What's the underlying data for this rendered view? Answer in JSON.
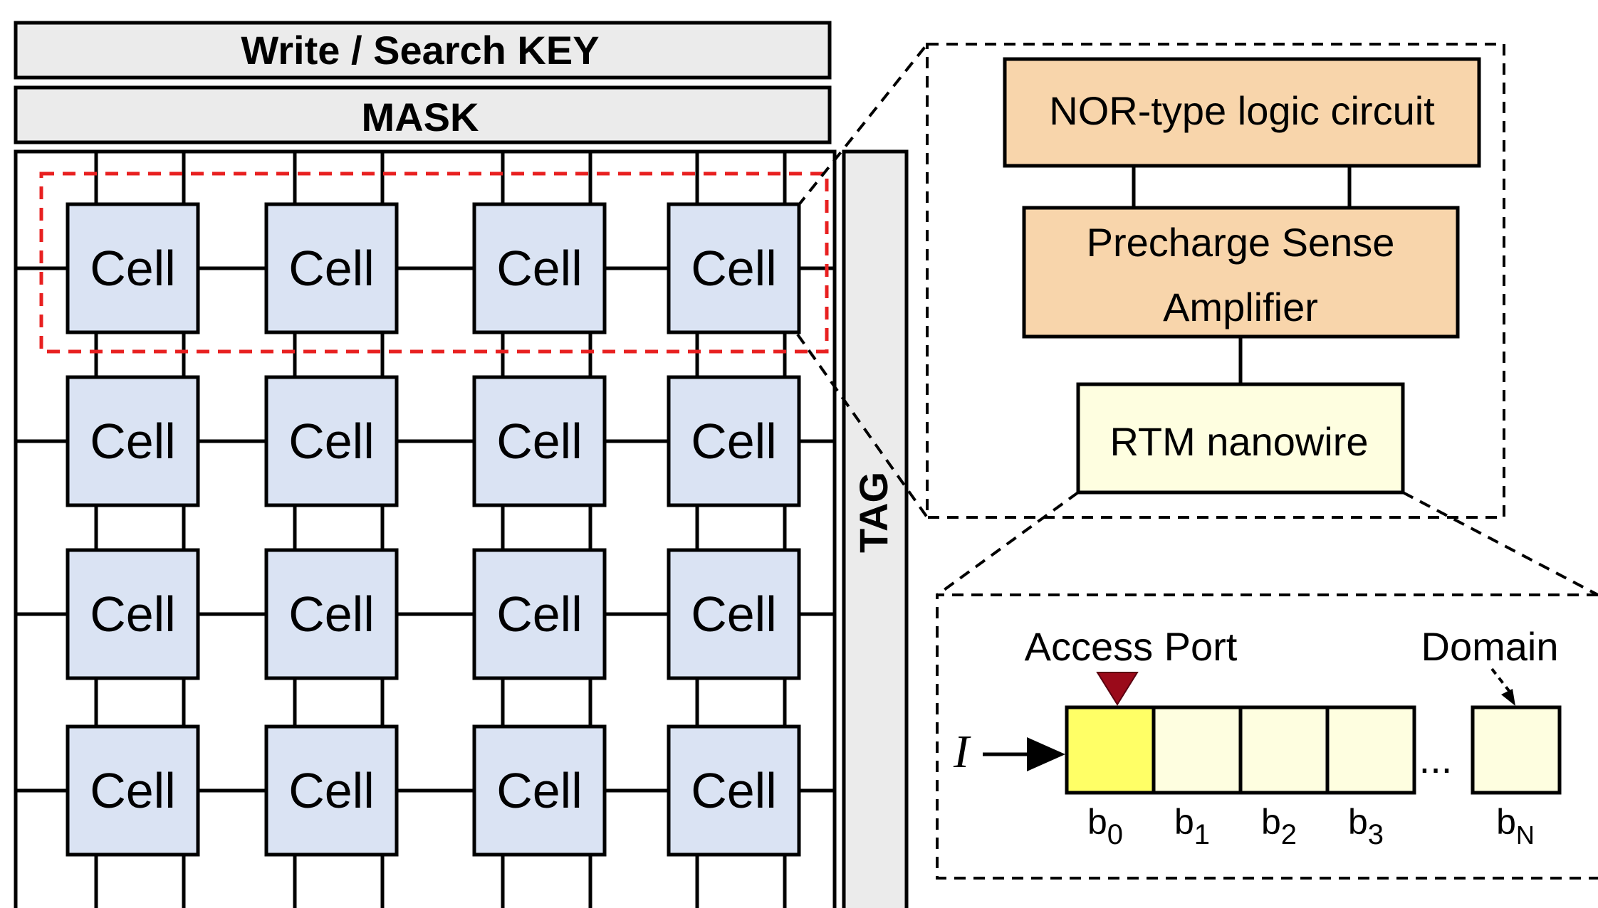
{
  "header": {
    "key_label": "Write / Search KEY",
    "mask_label": "MASK"
  },
  "tag_label": "TAG",
  "array": {
    "cell_label": "Cell",
    "rows": 4,
    "cols": 4
  },
  "detail": {
    "nor_label": "NOR-type logic circuit",
    "psa_line1": "Precharge Sense",
    "psa_line2": "Amplifier",
    "rtm_label": "RTM nanowire"
  },
  "nanowire": {
    "access_port_label": "Access Port",
    "domain_label": "Domain",
    "current_label": "I",
    "ellipsis": "...",
    "bits": [
      {
        "base": "b",
        "sub": "0"
      },
      {
        "base": "b",
        "sub": "1"
      },
      {
        "base": "b",
        "sub": "2"
      },
      {
        "base": "b",
        "sub": "3"
      },
      {
        "base": "b",
        "sub": "N"
      }
    ]
  },
  "colors": {
    "cell_fill": "#dae3f3",
    "header_fill": "#ebebeb",
    "orange_fill": "#f8d5ab",
    "nanowire_fill": "#fefee0",
    "access_bit_fill": "#ffff66",
    "access_marker": "#9a0a1a",
    "row_highlight": "#e82020"
  }
}
